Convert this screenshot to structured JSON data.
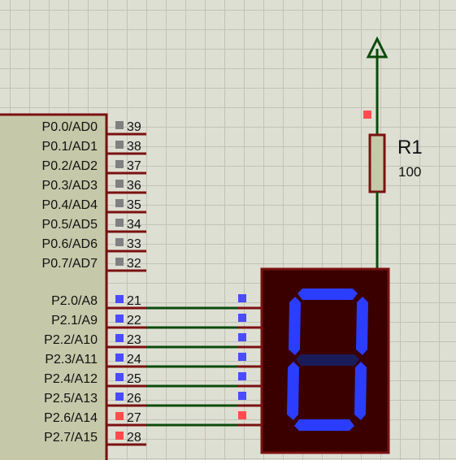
{
  "colors": {
    "grid_bg": "#dedfd3",
    "chip_fill": "#c6c9a9",
    "chip_border": "#7a1111",
    "wire": "#0b4b0b",
    "pin_line": "#7a1111",
    "pin_logic_low": "#ff4c4c",
    "pin_logic_high": "#4b4bff",
    "pin_unknown": "#808080",
    "display_body": "#3a0000",
    "segment_on": "#2b3dff",
    "segment_off": "#1a1c5a",
    "resistor_fill": "#c6c9a9"
  },
  "mcu": {
    "port0": [
      {
        "name": "P0.0/AD0",
        "pin": "39",
        "state": "unknown"
      },
      {
        "name": "P0.1/AD1",
        "pin": "38",
        "state": "unknown"
      },
      {
        "name": "P0.2/AD2",
        "pin": "37",
        "state": "unknown"
      },
      {
        "name": "P0.3/AD3",
        "pin": "36",
        "state": "unknown"
      },
      {
        "name": "P0.4/AD4",
        "pin": "35",
        "state": "unknown"
      },
      {
        "name": "P0.5/AD5",
        "pin": "34",
        "state": "unknown"
      },
      {
        "name": "P0.6/AD6",
        "pin": "33",
        "state": "unknown"
      },
      {
        "name": "P0.7/AD7",
        "pin": "32",
        "state": "unknown"
      }
    ],
    "port2": [
      {
        "name": "P2.0/A8",
        "pin": "21",
        "state": "high",
        "connected": true
      },
      {
        "name": "P2.1/A9",
        "pin": "22",
        "state": "high",
        "connected": true
      },
      {
        "name": "P2.2/A10",
        "pin": "23",
        "state": "high",
        "connected": true
      },
      {
        "name": "P2.3/A11",
        "pin": "24",
        "state": "high",
        "connected": true
      },
      {
        "name": "P2.4/A12",
        "pin": "25",
        "state": "high",
        "connected": true
      },
      {
        "name": "P2.5/A13",
        "pin": "26",
        "state": "high",
        "connected": true
      },
      {
        "name": "P2.6/A14",
        "pin": "27",
        "state": "low",
        "connected": true
      },
      {
        "name": "P2.7/A15",
        "pin": "28",
        "state": "low",
        "connected": false
      }
    ]
  },
  "resistor": {
    "ref": "R1",
    "value": "100"
  },
  "power_terminal": {
    "icon": "power-arrow-icon"
  },
  "seven_segment": {
    "segments": {
      "a": true,
      "b": true,
      "c": true,
      "d": true,
      "e": true,
      "f": true,
      "g": false
    }
  }
}
